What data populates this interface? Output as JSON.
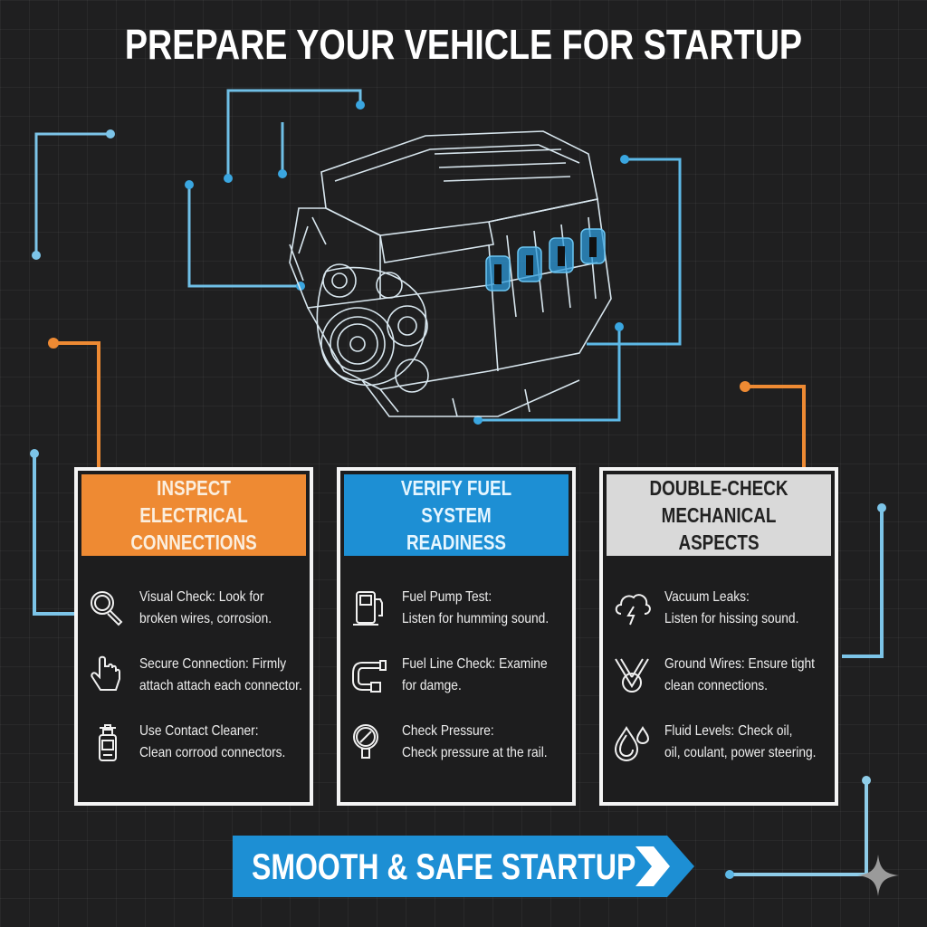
{
  "header": {
    "title": "PREPARE YOUR VEHICLE FOR STARTUP"
  },
  "colors": {
    "background": "#1f1f20",
    "accent_blue": "#1d8fd4",
    "accent_orange": "#ee8a33",
    "line_blue": "#6fc0e6",
    "card_border": "#f4f4f4",
    "gray_header": "#d9d9d9"
  },
  "illustration": {
    "subject": "engine-wireframe",
    "highlight": "ignition-coils"
  },
  "cards": [
    {
      "title": "INSPECT ELECTRICAL CONNECTIONS",
      "title_lines": [
        "INSPECT ELECTRICAL",
        "CONNECTIONS"
      ],
      "header_color": "orange",
      "items": [
        {
          "icon": "magnifier-icon",
          "line1": "Visual Check: Look for",
          "line2": "broken wires, corrosion."
        },
        {
          "icon": "pointing-hand-icon",
          "line1": "Secure Connection: Firmly",
          "line2": "attach attach each connector."
        },
        {
          "icon": "spray-can-icon",
          "line1": "Use Contact Cleaner:",
          "line2": "Clean corrood connectors."
        }
      ]
    },
    {
      "title": "VERIFY FUEL SYSTEM READINESS",
      "title_lines": [
        "VERIFY FUEL SYSTEM",
        "READINESS"
      ],
      "header_color": "blue",
      "items": [
        {
          "icon": "fuel-pump-icon",
          "line1": "Fuel Pump Test:",
          "line2": "Listen for humming sound."
        },
        {
          "icon": "fuel-line-icon",
          "line1": "Fuel Line Check: Examine",
          "line2": "for damge."
        },
        {
          "icon": "pressure-gauge-icon",
          "line1": "Check Pressure:",
          "line2": "Check pressure at the rail."
        }
      ]
    },
    {
      "title": "DOUBLE-CHECK MECHANICAL ASPECTS",
      "title_lines": [
        "DOUBLE-CHECK",
        "MECHANICAL ASPECTS"
      ],
      "header_color": "gray",
      "items": [
        {
          "icon": "cloud-lightning-icon",
          "line1": "Vacuum Leaks:",
          "line2": "Listen for hissing sound."
        },
        {
          "icon": "ground-wires-icon",
          "line1": "Ground Wires: Ensure tight",
          "line2": "clean connections."
        },
        {
          "icon": "fluid-drops-icon",
          "line1": "Fluid Levels: Check oil,",
          "line2": "oil, coulant, power steering."
        }
      ]
    }
  ],
  "cta": {
    "label": "SMOOTH & SAFE STARTUP",
    "icon": "chevron-right-icon"
  }
}
